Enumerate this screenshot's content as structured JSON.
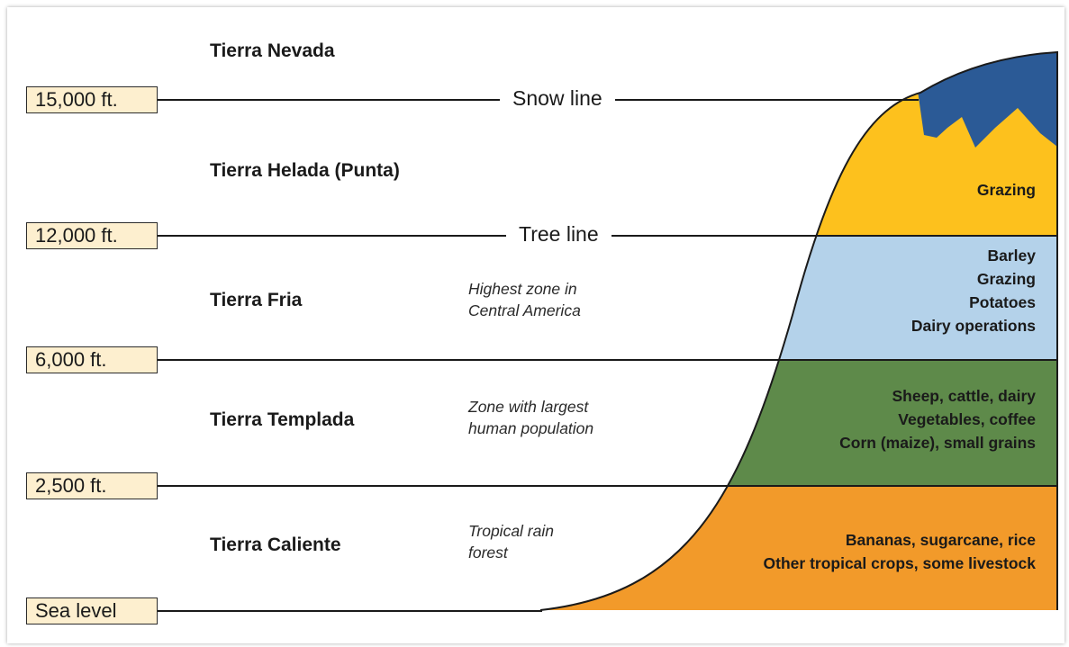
{
  "elevations": [
    {
      "label": "15,000 ft."
    },
    {
      "label": "12,000 ft."
    },
    {
      "label": "6,000 ft."
    },
    {
      "label": "2,500 ft."
    },
    {
      "label": "Sea level"
    }
  ],
  "boundary_lines": {
    "snow": "Snow line",
    "tree": "Tree line"
  },
  "zones": [
    {
      "name": "Tierra Nevada"
    },
    {
      "name": "Tierra Helada (Punta)"
    },
    {
      "name": "Tierra Fria",
      "note_line1": "Highest zone in",
      "note_line2": "Central America"
    },
    {
      "name": "Tierra Templada",
      "note_line1": "Zone with largest",
      "note_line2": "human population"
    },
    {
      "name": "Tierra Caliente",
      "note_line1": "Tropical rain",
      "note_line2": "forest"
    }
  ],
  "land_uses": {
    "helada": [
      "Grazing"
    ],
    "fria": [
      "Barley",
      "Grazing",
      "Potatoes",
      "Dairy operations"
    ],
    "templada": [
      "Sheep, cattle, dairy",
      "Vegetables, coffee",
      "Corn (maize), small grains"
    ],
    "caliente": [
      "Bananas, sugarcane, rice",
      "Other tropical crops, some livestock"
    ]
  },
  "colors": {
    "nevada": "#2b5a96",
    "helada": "#fdc11d",
    "fria": "#b4d2ea",
    "templada": "#5e8a4a",
    "caliente": "#f29a2a",
    "elevation_box": "#fdefcf"
  }
}
